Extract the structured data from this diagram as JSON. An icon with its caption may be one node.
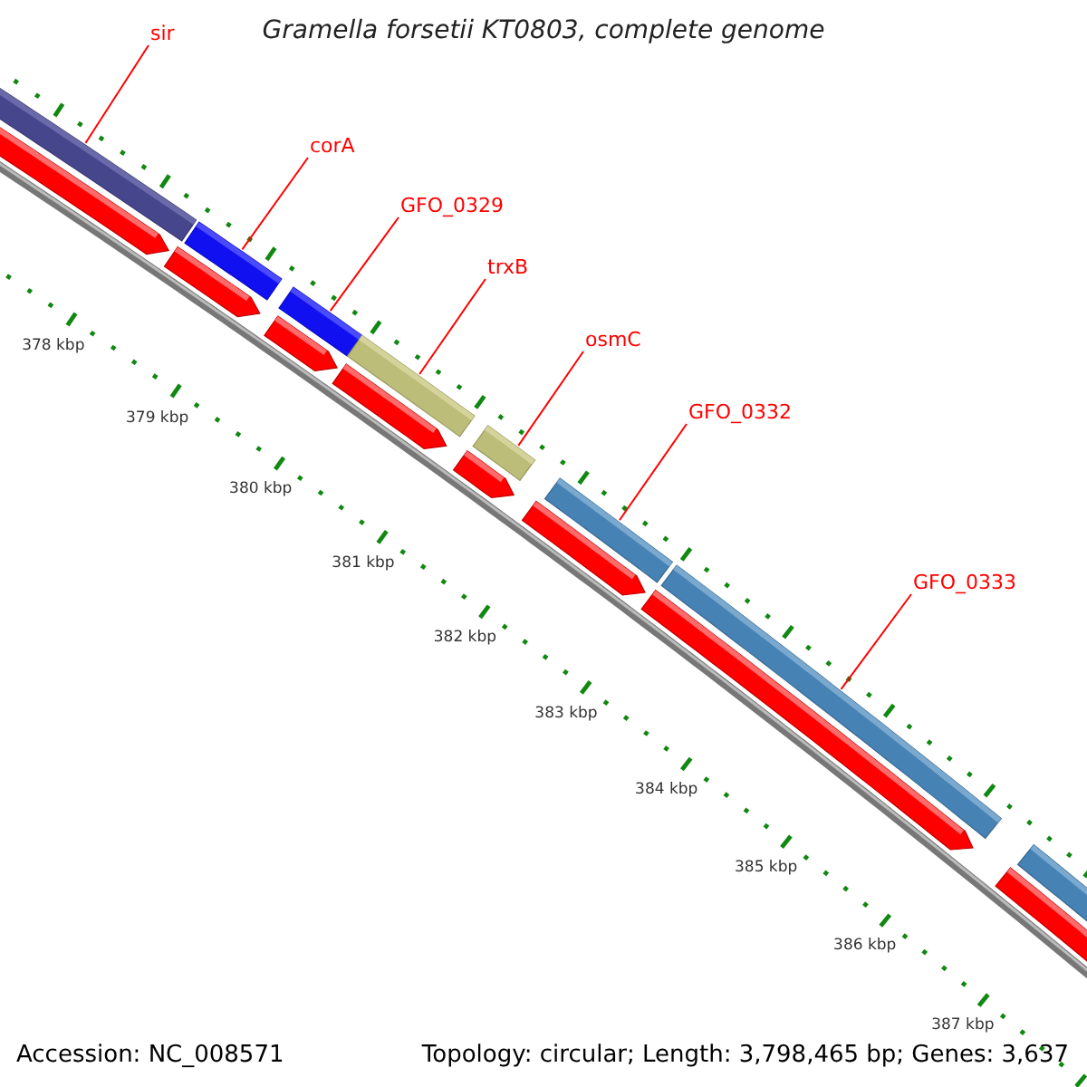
{
  "diagram": {
    "title": "Gramella forsetii KT0803, complete genome",
    "nodes": [
      {
        "text": [
          "sir"
        ]
      },
      {
        "text": [
          "corA"
        ]
      },
      {
        "text": [
          "GFO_0329"
        ]
      },
      {
        "text": [
          "trxB"
        ]
      },
      {
        "text": [
          "osmC"
        ]
      },
      {
        "text": [
          "GFO_0332"
        ]
      },
      {
        "text": [
          "GFO_0333"
        ]
      },
      {
        "text": [],
        "shape": "bar"
      },
      {
        "text": [],
        "shape": "bar"
      },
      {
        "text": [],
        "shape": "bar"
      },
      {
        "text": [],
        "shape": "bar"
      },
      {
        "text": [],
        "shape": "bar"
      },
      {
        "text": [],
        "shape": "bar"
      },
      {
        "text": [],
        "shape": "bar"
      }
    ],
    "edges": [
      {
        "from": 0,
        "to": 7,
        "arrow": "none"
      },
      {
        "from": 1,
        "to": 8,
        "arrow": "none"
      },
      {
        "from": 2,
        "to": 9,
        "arrow": "none"
      },
      {
        "from": 3,
        "to": 10,
        "arrow": "none"
      },
      {
        "from": 4,
        "to": 11,
        "arrow": "none"
      },
      {
        "from": 5,
        "to": 12,
        "arrow": "none"
      },
      {
        "from": 6,
        "to": 13,
        "arrow": "none"
      }
    ],
    "labels": [
      "378 kbp",
      "379 kbp",
      "380 kbp",
      "381 kbp",
      "382 kbp",
      "383 kbp",
      "384 kbp",
      "385 kbp",
      "386 kbp",
      "387 kbp",
      "Accession: NC_008571",
      "Topology: circular; Length: 3,798,465 bp; Genes: 3,637"
    ]
  }
}
